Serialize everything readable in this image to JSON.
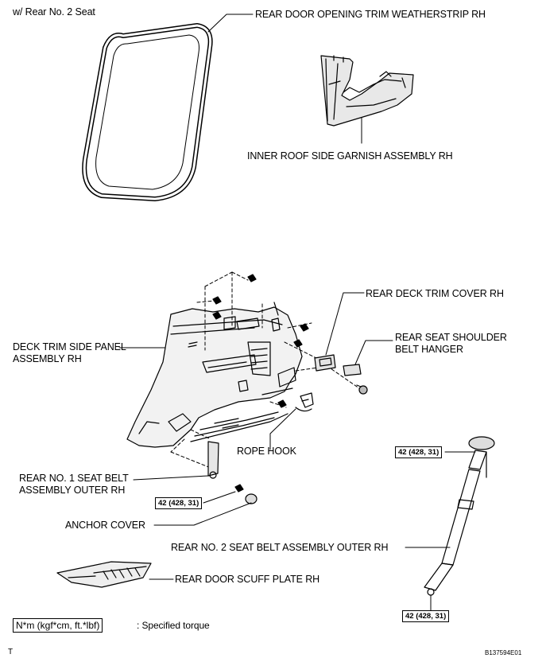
{
  "header": {
    "title": "w/ Rear No. 2 Seat"
  },
  "labels": {
    "weatherstrip": "REAR DOOR OPENING TRIM WEATHERSTRIP RH",
    "roof_garnish": "INNER ROOF SIDE GARNISH ASSEMBLY RH",
    "deck_trim_cover": "REAR DECK TRIM COVER RH",
    "shoulder_hanger_1": "REAR SEAT SHOULDER",
    "shoulder_hanger_2": "BELT HANGER",
    "deck_panel_1": "DECK TRIM SIDE PANEL",
    "deck_panel_2": "ASSEMBLY RH",
    "rope_hook": "ROPE HOOK",
    "no1_belt_1": "REAR NO. 1 SEAT BELT",
    "no1_belt_2": "ASSEMBLY OUTER RH",
    "anchor_cover": "ANCHOR COVER",
    "no2_belt": "REAR NO. 2 SEAT BELT ASSEMBLY OUTER RH",
    "scuff_plate": "REAR DOOR SCUFF PLATE RH"
  },
  "torque": {
    "no1_anchor": "42 (428, 31)",
    "no2_upper": "42 (428, 31)",
    "no2_lower": "42 (428, 31)"
  },
  "legend": {
    "unit": "N*m (kgf*cm, ft.*lbf)",
    "meaning": ": Specified torque"
  },
  "footer": {
    "corner": "T",
    "figure_id": "B137594E01"
  }
}
